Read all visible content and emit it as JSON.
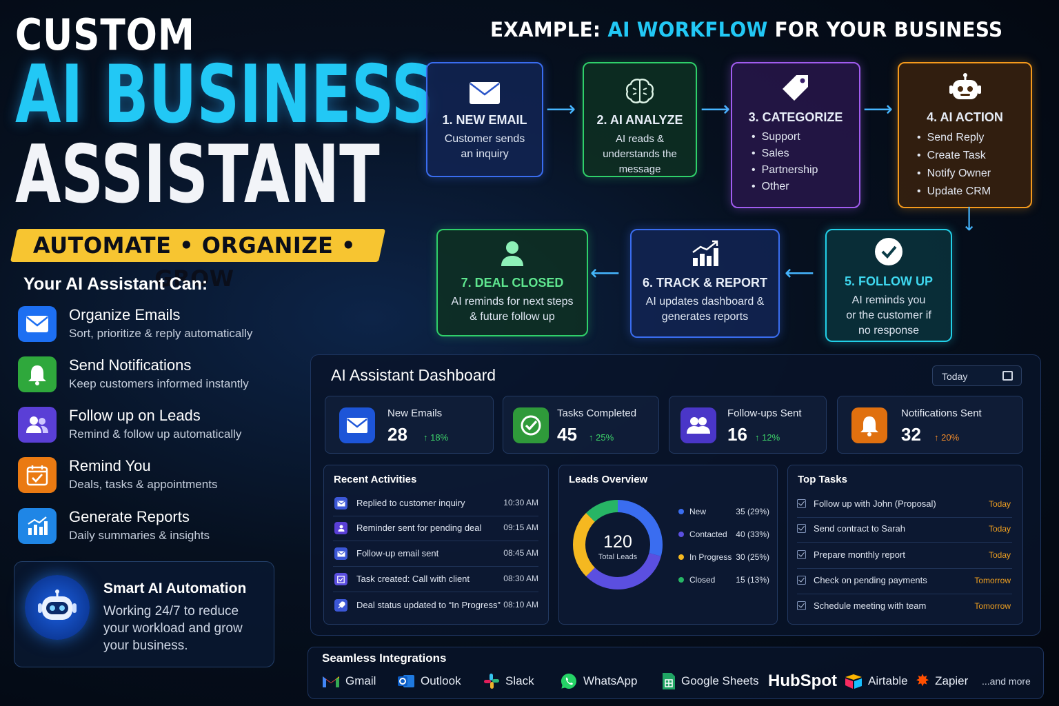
{
  "title": {
    "line1": "CUSTOM",
    "line2": "AI BUSINESS",
    "line3": "ASSISTANT",
    "tagline": "AUTOMATE • ORGANIZE • GROW"
  },
  "capabilities": {
    "heading": "Your AI Assistant Can:",
    "items": [
      {
        "title": "Organize Emails",
        "desc": "Sort, prioritize & reply automatically",
        "icon": "mail-icon",
        "color": "#1d6ff2"
      },
      {
        "title": "Send Notifications",
        "desc": "Keep customers informed instantly",
        "icon": "bell-icon",
        "color": "#2fa83c"
      },
      {
        "title": "Follow up on Leads",
        "desc": "Remind & follow up automatically",
        "icon": "users-icon",
        "color": "#5a3fd6"
      },
      {
        "title": "Remind You",
        "desc": "Deals, tasks & appointments",
        "icon": "calendar-check-icon",
        "color": "#ea7a12"
      },
      {
        "title": "Generate Reports",
        "desc": "Daily summaries & insights",
        "icon": "bar-chart-icon",
        "color": "#1f86e6"
      }
    ]
  },
  "smart_box": {
    "title": "Smart AI Automation",
    "desc": "Working 24/7 to reduce your workload and grow your business."
  },
  "workflow": {
    "heading_pre": "EXAMPLE: ",
    "heading_hl": "AI WORKFLOW",
    "heading_post": " FOR YOUR BUSINESS",
    "steps": [
      {
        "title": "1. NEW EMAIL",
        "desc": "Customer sends an inquiry",
        "icon": "envelope-icon",
        "color": "#3a6df0"
      },
      {
        "title": "2. AI ANALYZE",
        "desc": "AI reads & understands the message",
        "icon": "brain-icon",
        "color": "#2fd06a"
      },
      {
        "title": "3. CATEGORIZE",
        "bullets": [
          "Support",
          "Sales",
          "Partnership",
          "Other"
        ],
        "icon": "tag-icon",
        "color": "#a15cf0"
      },
      {
        "title": "4. AI ACTION",
        "bullets": [
          "Send Reply",
          "Create Task",
          "Notify Owner",
          "Update CRM"
        ],
        "icon": "robot-icon",
        "color": "#f59a1c"
      },
      {
        "title": "5. FOLLOW UP",
        "desc": "AI reminds you or the customer if no response",
        "icon": "check-circle-icon",
        "color": "#22d0e8"
      },
      {
        "title": "6. TRACK & REPORT",
        "desc": "AI updates dashboard & generates reports",
        "icon": "growth-chart-icon",
        "color": "#3a6df0"
      },
      {
        "title": "7. DEAL CLOSED",
        "desc": "AI reminds for next steps & future follow up",
        "icon": "person-icon",
        "color": "#2fd06a"
      }
    ]
  },
  "dashboard": {
    "title": "AI Assistant Dashboard",
    "date_select": "Today",
    "stats": [
      {
        "label": "New Emails",
        "value": "28",
        "change": "↑ 18%",
        "icon": "mail-icon",
        "color": "#1d55d8",
        "change_color": "#3ed46a"
      },
      {
        "label": "Tasks Completed",
        "value": "45",
        "change": "↑ 25%",
        "icon": "check-circle-icon",
        "color": "#2f9a3a",
        "change_color": "#3ed46a"
      },
      {
        "label": "Follow-ups Sent",
        "value": "16",
        "change": "↑ 12%",
        "icon": "users-icon",
        "color": "#4a36c8",
        "change_color": "#3ed46a"
      },
      {
        "label": "Notifications Sent",
        "value": "32",
        "change": "↑ 20%",
        "icon": "bell-icon",
        "color": "#e0700f",
        "change_color": "#f08a2a"
      }
    ],
    "recent": {
      "title": "Recent Activities",
      "rows": [
        {
          "text": "Replied to customer inquiry",
          "time": "10:30 AM"
        },
        {
          "text": "Reminder sent for pending deal",
          "time": "09:15 AM"
        },
        {
          "text": "Follow-up email sent",
          "time": "08:45 AM"
        },
        {
          "text": "Task created: Call with client",
          "time": "08:30 AM"
        },
        {
          "text": "Deal status updated to “In Progress”",
          "time": "08:10 AM"
        }
      ]
    },
    "leads": {
      "title": "Leads Overview",
      "total": "120",
      "total_label": "Total Leads",
      "segments": [
        {
          "label": "New",
          "count": "35 (29%)",
          "value": 35,
          "color": "#3a6df0"
        },
        {
          "label": "Contacted",
          "count": "40 (33%)",
          "value": 40,
          "color": "#5b4fe0"
        },
        {
          "label": "In Progress",
          "count": "30 (25%)",
          "value": 30,
          "color": "#f5b820"
        },
        {
          "label": "Closed",
          "count": "15 (13%)",
          "value": 15,
          "color": "#27b565"
        }
      ]
    },
    "tasks": {
      "title": "Top Tasks",
      "rows": [
        {
          "text": "Follow up with John (Proposal)",
          "when": "Today"
        },
        {
          "text": "Send contract to Sarah",
          "when": "Today"
        },
        {
          "text": "Prepare monthly report",
          "when": "Today"
        },
        {
          "text": "Check on pending payments",
          "when": "Tomorrow"
        },
        {
          "text": "Schedule meeting with team",
          "when": "Tomorrow"
        }
      ]
    }
  },
  "integrations": {
    "title": "Seamless Integrations",
    "items": [
      "Gmail",
      "Outlook",
      "Slack",
      "WhatsApp",
      "Google Sheets",
      "HubSpot",
      "Airtable",
      "Zapier",
      "...and more"
    ]
  }
}
